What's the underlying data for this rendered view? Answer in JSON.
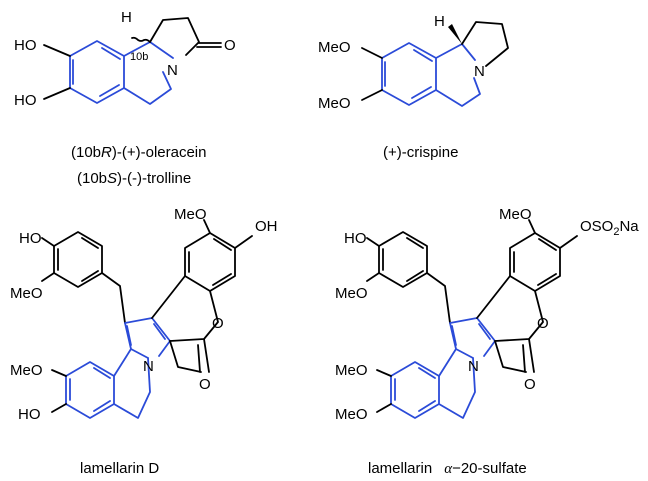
{
  "colors": {
    "bond": "#000000",
    "highlight": "#2b4bd8"
  },
  "atoms": {
    "ho": "HO",
    "meo": "MeO",
    "oh": "OH",
    "o": "O",
    "n": "N",
    "h": "H",
    "na": "Na",
    "oso": "OSO",
    "sub2": "2",
    "label_10b": "10b"
  },
  "captions": {
    "oleracein": "(10b",
    "oleracein_r": "R",
    "oleracein_rest": ")-(+)-oleracein",
    "trolline": "(10b",
    "trolline_s": "S",
    "trolline_rest": ")-(-)-trolline",
    "crispine": "(+)-crispine",
    "lamellarin_d": "lamellarin D",
    "lamellarin_s_name": "lamellarin",
    "lamellarin_s_alpha": "α",
    "lamellarin_s_rest": "−20-sulfate"
  }
}
